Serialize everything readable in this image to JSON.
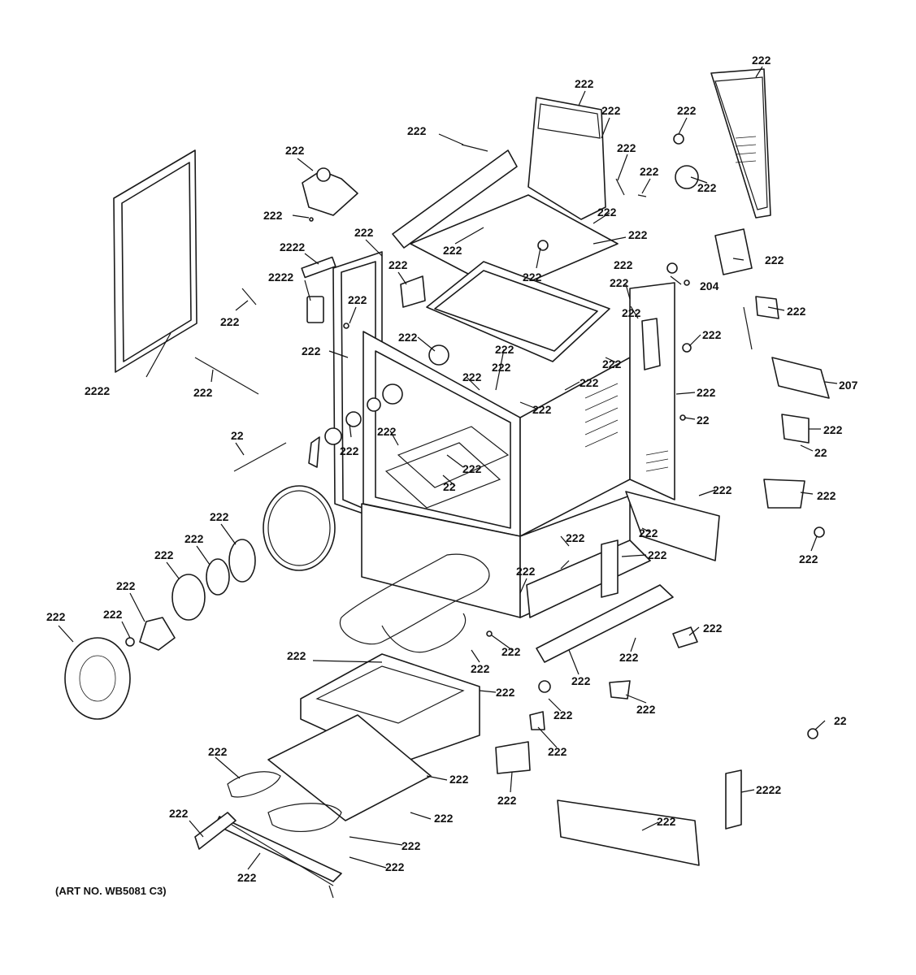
{
  "art_number": "(ART NO. WB5081 C3)",
  "labels": {
    "door_gasket": "2222",
    "top_trim": "222",
    "top_duct": "222",
    "duct_vent": "222",
    "screw_top": "222",
    "thermostat": "222",
    "thermostat_clip": "222",
    "grommet": "222",
    "trim_clip": "222",
    "back_panel_side": "222",
    "bracket_clip": "222",
    "top_cover": "222",
    "bracket_top": "222",
    "back_cover": "222",
    "switch_top": "222",
    "clip_2222_a": "2222",
    "clip_2222_b": "2222",
    "spring": "222",
    "side_panel_left": "222",
    "lamp_socket": "222",
    "hinge_pin": "222",
    "probe": "222",
    "light_lens": "222",
    "shield": "222",
    "harness": "222",
    "clip_204": "204",
    "power_cord": "222",
    "bracket_207": "207",
    "sensor_22": "22",
    "terminal_block": "222",
    "terminal_22": "22",
    "vent_22": "22",
    "screw_22": "22",
    "rack_lock": "222",
    "back_panel": "222",
    "side_panel_right": "222",
    "side_vent": "222",
    "insulation": "222",
    "duct_inner": "222",
    "front_frame": "222",
    "frame_lower": "222",
    "rack_support": "222",
    "oven_cavity": "222",
    "door_hinge_a": "222",
    "door_hinge_b": "222",
    "leveler": "222",
    "insulation_bottom": "222",
    "toe_kick_bracket": "222",
    "bracket_lower": "222",
    "foot": "222",
    "cam": "222",
    "bake_element": "222",
    "bake_element_bracket": "222",
    "element_clip": "222",
    "bottom_cover": "222",
    "fan_cover": "222",
    "fan_blade": "222",
    "fan_nut": "222",
    "fan_plate": "222",
    "fan_baffle": "222",
    "fan_mount": "222",
    "convection_element": "222",
    "element_tube": "222",
    "rear_cover": "222",
    "drawer_front": "222",
    "drawer_body": "222",
    "drawer_rail_left": "222",
    "drawer_rail_right": "222",
    "drawer_stop": "222",
    "broil_element": "222",
    "broil_clip": "222",
    "switch_plate": "222",
    "connector": "222",
    "tie": "222",
    "cover_box": "222",
    "kick_panel": "222",
    "bracket_2222": "2222",
    "door_switch": "222",
    "cord_clip": "222",
    "spacer": "222",
    "roller": "222",
    "clip_22": "22",
    "light_switch": "222",
    "duct_right": "222"
  }
}
